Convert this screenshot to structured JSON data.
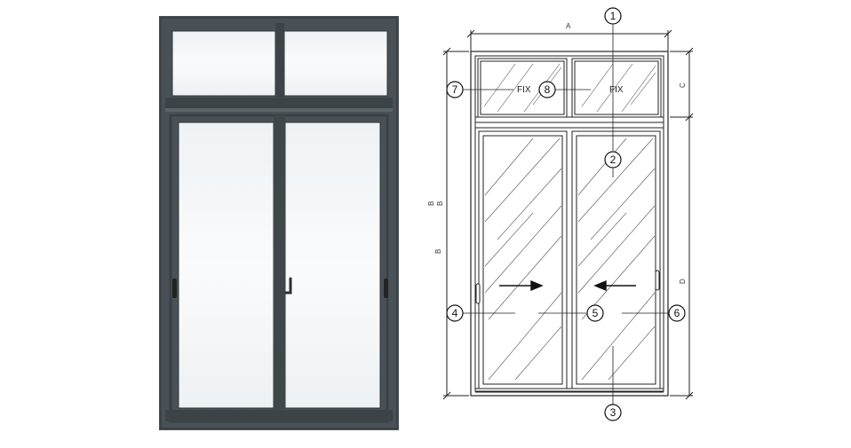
{
  "dimensions": {
    "width_label": "A",
    "height_label_left_1": "B",
    "height_label_left_2": "B",
    "height_label_left_3": "B",
    "transom_label": "C",
    "door_height_label": "D"
  },
  "fix_labels": [
    "FIX",
    "FIX"
  ],
  "callouts": [
    "1",
    "2",
    "3",
    "4",
    "5",
    "6",
    "7",
    "8"
  ],
  "colors": {
    "frame": "#4a5156",
    "frame_dark": "#2f3539",
    "glass": "#f3f6f8",
    "line": "#222222"
  }
}
